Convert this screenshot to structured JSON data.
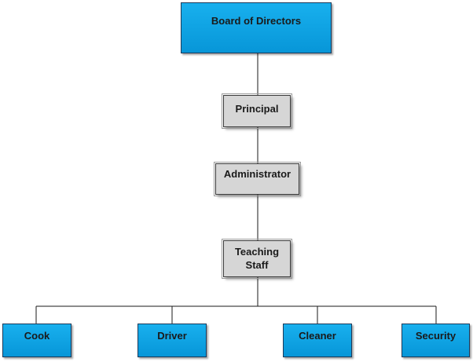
{
  "colors": {
    "blue_fill": "#0aa6e6",
    "grey_fill": "#d6d6d6",
    "line": "#1a1a1a"
  },
  "nodes": {
    "board": "Board of Directors",
    "principal": "Principal",
    "administrator": "Administrator",
    "teaching_line1": "Teaching",
    "teaching_line2": "Staff",
    "cook": "Cook",
    "driver": "Driver",
    "cleaner": "Cleaner",
    "security": "Security"
  }
}
